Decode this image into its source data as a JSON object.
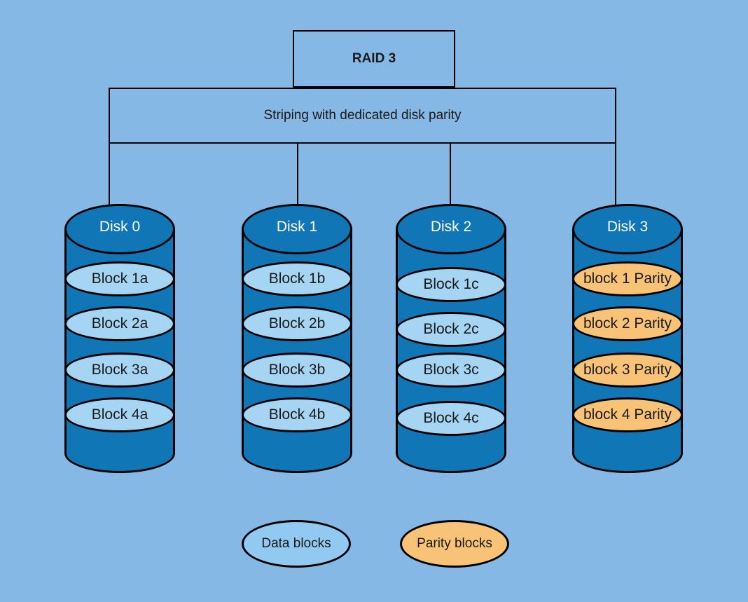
{
  "title": "RAID 3",
  "subtitle": "Striping with dedicated disk parity",
  "disks": [
    {
      "name": "Disk 0",
      "type": "data",
      "blocks": [
        "Block 1a",
        "Block 2a",
        "Block 3a",
        "Block 4a"
      ]
    },
    {
      "name": "Disk 1",
      "type": "data",
      "blocks": [
        "Block 1b",
        "Block 2b",
        "Block 3b",
        "Block 4b"
      ]
    },
    {
      "name": "Disk 2",
      "type": "data",
      "blocks": [
        "Block 1c",
        "Block 2c",
        "Block 3c",
        "Block 4c"
      ]
    },
    {
      "name": "Disk 3",
      "type": "parity",
      "blocks": [
        "block 1 Parity",
        "block 2 Parity",
        "block 3 Parity",
        "block 4 Parity"
      ]
    }
  ],
  "legend": [
    {
      "label": "Data blocks",
      "type": "data"
    },
    {
      "label": "Parity blocks",
      "type": "parity"
    }
  ],
  "colors": {
    "bg": "#85b8e5",
    "cyl": "#1176b6",
    "block-data": "#a6d4f3",
    "block-parity": "#f8c377",
    "legend-data": "#92c9f0",
    "legend-parity": "#f8c377",
    "line": "#000000",
    "text-dark": "#1a1a1a",
    "text-light": "#ffffff"
  }
}
